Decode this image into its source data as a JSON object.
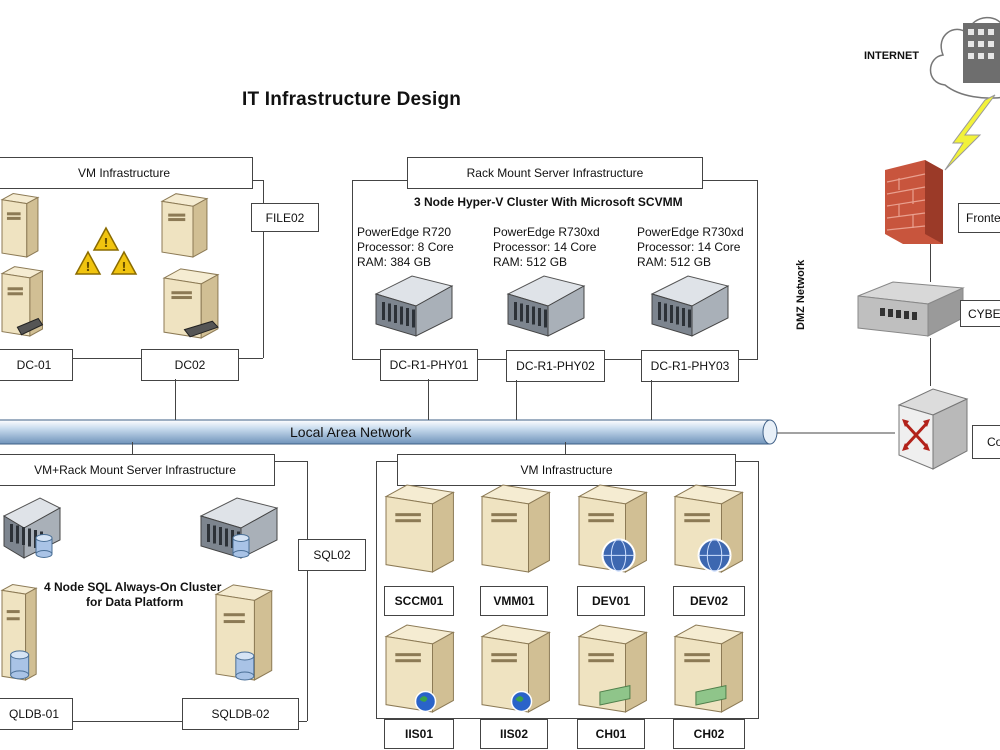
{
  "title": "IT Infrastructure  Design",
  "internet_label": "INTERNET",
  "lan_label": "Local Area Network",
  "dmz_label": "DMZ Network",
  "right_labels": {
    "firewall": "Fronte",
    "cyberoam": "CYBE",
    "core": "Co"
  },
  "panels": {
    "vm_top_left": {
      "title": "VM Infrastructure",
      "labels": [
        "DC-01",
        "DC02"
      ],
      "extra": "FILE02"
    },
    "rack": {
      "title": "Rack Mount Server Infrastructure",
      "subtitle": "3 Node Hyper-V Cluster With Microsoft SCVMM",
      "servers": [
        {
          "name": "DC-R1-PHY01",
          "model": "PowerEdge R720",
          "cpu": "Processor: 8 Core",
          "ram": "RAM: 384 GB"
        },
        {
          "name": "DC-R1-PHY02",
          "model": "PowerEdge R730xd",
          "cpu": "Processor: 14 Core",
          "ram": "RAM: 512 GB"
        },
        {
          "name": "DC-R1-PHY03",
          "model": "PowerEdge R730xd",
          "cpu": "Processor: 14 Core",
          "ram": "RAM: 512 GB"
        }
      ]
    },
    "sql": {
      "title": "VM+Rack Mount Server Infrastructure",
      "cluster_line1": "4 Node SQL Always-On Cluster",
      "cluster_line2": "for Data Platform",
      "extra": "SQL02",
      "labels": [
        "QLDB-01",
        "SQLDB-02"
      ]
    },
    "vm_bottom": {
      "title": "VM Infrastructure",
      "row1": [
        "SCCM01",
        "VMM01",
        "DEV01",
        "DEV02"
      ],
      "row2": [
        "IIS01",
        "IIS02",
        "CH01",
        "CH02"
      ]
    }
  },
  "colors": {
    "pipe": "#b7cfe6",
    "pipe_dark": "#4a6f96",
    "server": "#e9dcb8",
    "firewall": "#c8553d",
    "bolt": "#f2f23a"
  }
}
